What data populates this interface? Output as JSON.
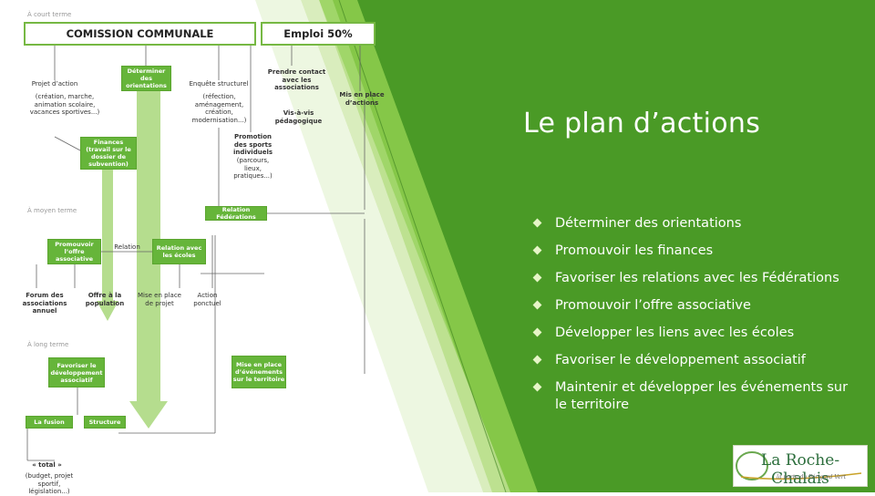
{
  "slide": {
    "title": "Le plan d’actions",
    "bullets": [
      "Déterminer des orientations",
      "Promouvoir les finances",
      "Favoriser les relations avec les Fédérations",
      "Promouvoir l’offre associative",
      "Développer les liens avec les écoles",
      "Favoriser le développement associatif",
      "Maintenir et développer les événements sur le territoire"
    ]
  },
  "diagram": {
    "short_term": "À court terme",
    "mid_term": "À moyen terme",
    "long_term": "À long terme",
    "commission": "COMISSION COMMUNALE",
    "emploi": "Emploi 50%",
    "projet_action": "Projet d’action",
    "projet_action_detail": "(création, marche, animation scolaire, vacances sportives...)",
    "determiner": "Déterminer des orientations",
    "enquete": "Enquête structurel",
    "enquete_detail": "(réfection, aménagement, création, modernisation...)",
    "prendre_contact": "Prendre contact avec les associations",
    "vis_a_vis": "Vis-à-vis pédagogique",
    "mis_en_place_action": "Mis en place d’actions",
    "finances": "Finances (travail sur le dossier de subvention)",
    "promotion_sports": "Promotion des sports individuels",
    "promotion_detail": "(parcours, lieux, pratiques...)",
    "relation_federations": "Relation Fédérations",
    "promouvoir_offre": "Promouvoir l’offre associative",
    "relation": "Relation",
    "relation_ecoles": "Relation avec les écoles",
    "forum": "Forum des associations annuel",
    "offre_population": "Offre à la population",
    "mise_place_projet": "Mise en place de projet",
    "action_ponctuel": "Action ponctuel",
    "favoriser_dev": "Favoriser le développement associatif",
    "mise_place_evenements": "Mise en place d’événements sur le territoire",
    "la_fusion": "La fusion",
    "structure": "Structure",
    "total": "« total »",
    "total_detail": "(budget, projet sportif, législation...)"
  },
  "logo": {
    "name": "La Roche-Chalais",
    "tagline": "la porte du Périgord Vert"
  },
  "colors": {
    "slide_green": "#4a9a26",
    "diagram_green": "#66b53a",
    "text_white": "#ffffff"
  }
}
